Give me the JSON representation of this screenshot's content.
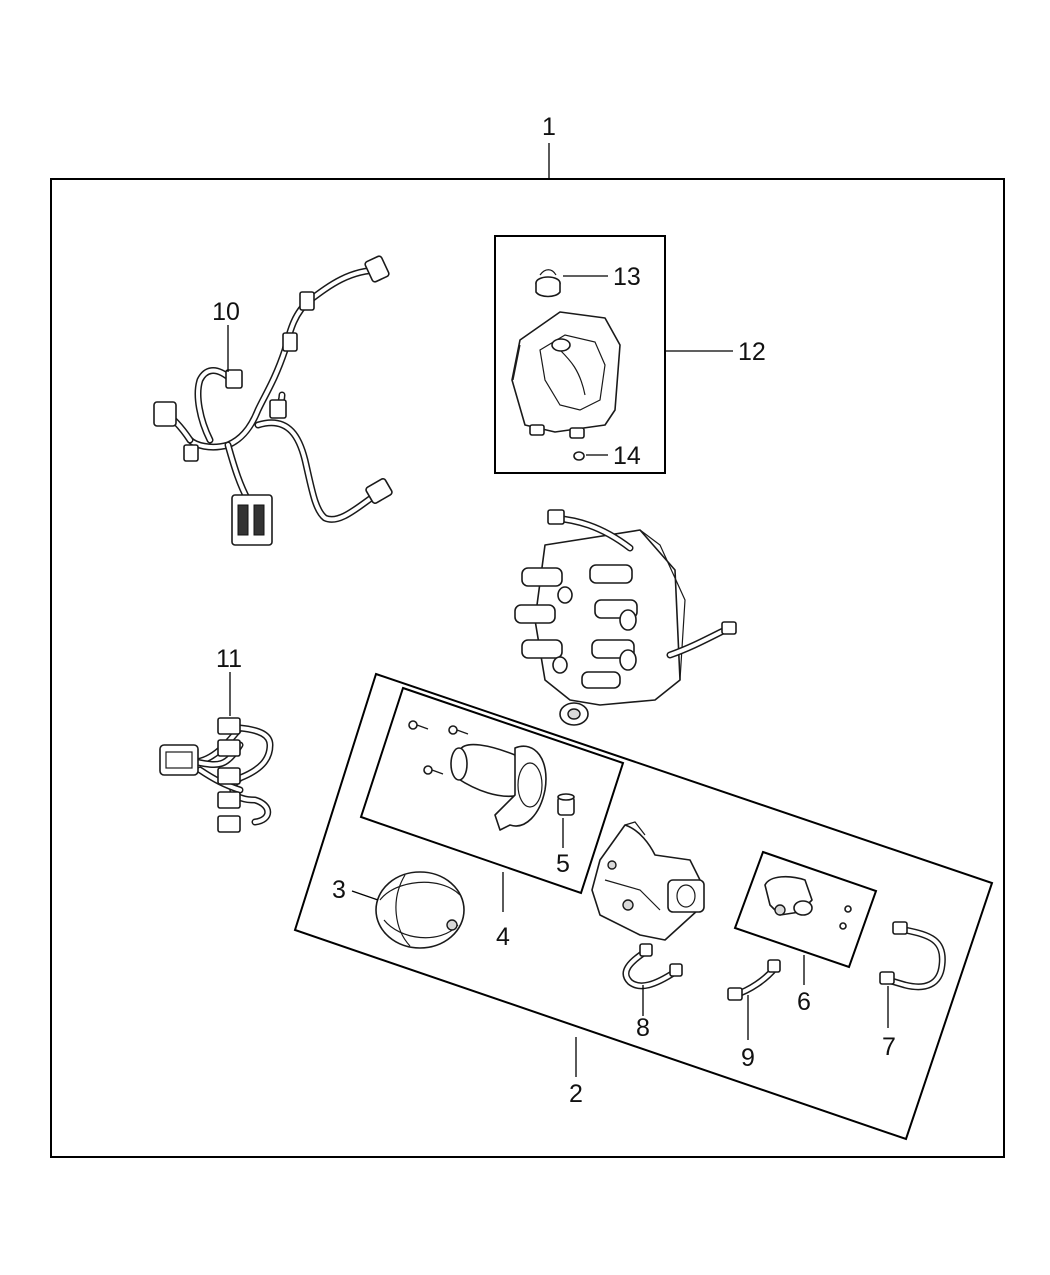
{
  "callouts": {
    "c1": "1",
    "c2": "2",
    "c3": "3",
    "c4": "4",
    "c5": "5",
    "c6": "6",
    "c7": "7",
    "c8": "8",
    "c9": "9",
    "c10": "10",
    "c11": "11",
    "c12": "12",
    "c13": "13",
    "c14": "14"
  },
  "colors": {
    "line": "#1a1a1a",
    "shade": "#d9d9d9",
    "background": "#ffffff"
  }
}
